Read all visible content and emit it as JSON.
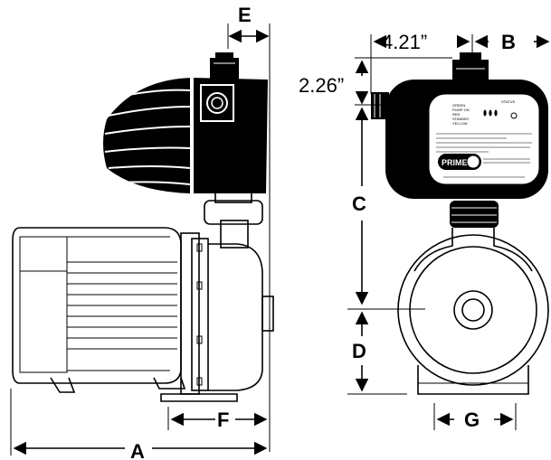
{
  "dimensions": {
    "A": "A",
    "B": "B",
    "C": "C",
    "D": "D",
    "E": "E",
    "F": "F",
    "G": "G",
    "width_top": "4.21”",
    "height_top": "2.26”"
  },
  "panel": {
    "status": "STATUS",
    "green": "GREEN",
    "pump_on": "PUMP ON",
    "red": "RED",
    "standby": "STANDBY",
    "yellow": "YELLOW",
    "prime": "PRIME"
  }
}
